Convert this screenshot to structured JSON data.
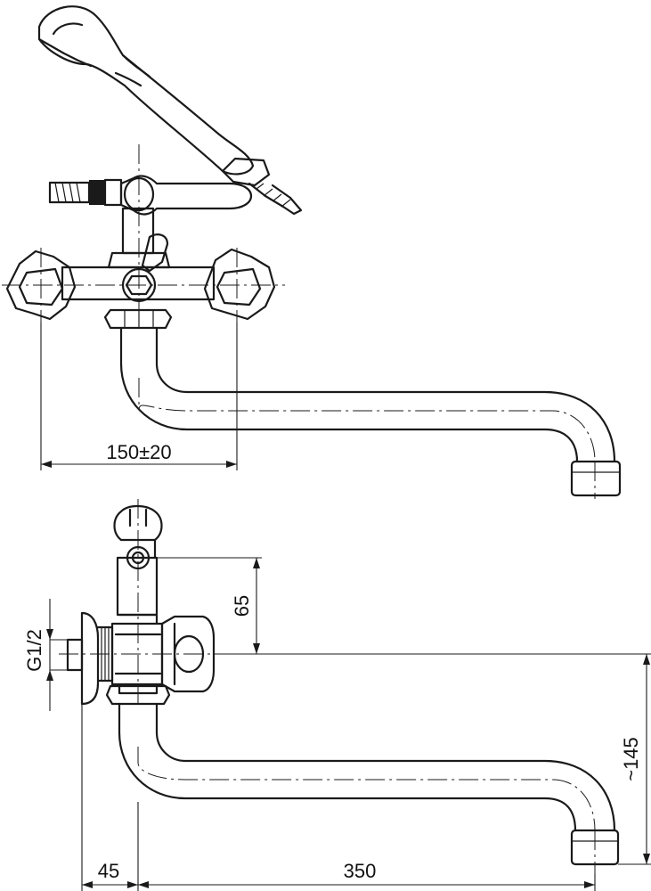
{
  "dimensions": {
    "top_spacing": "150±20",
    "handle_height": "65",
    "thread": "G1/2",
    "spout_height": "~145",
    "wall_offset": "45",
    "spout_length": "350"
  },
  "colors": {
    "line": "#1a1a1a",
    "background": "#ffffff"
  }
}
